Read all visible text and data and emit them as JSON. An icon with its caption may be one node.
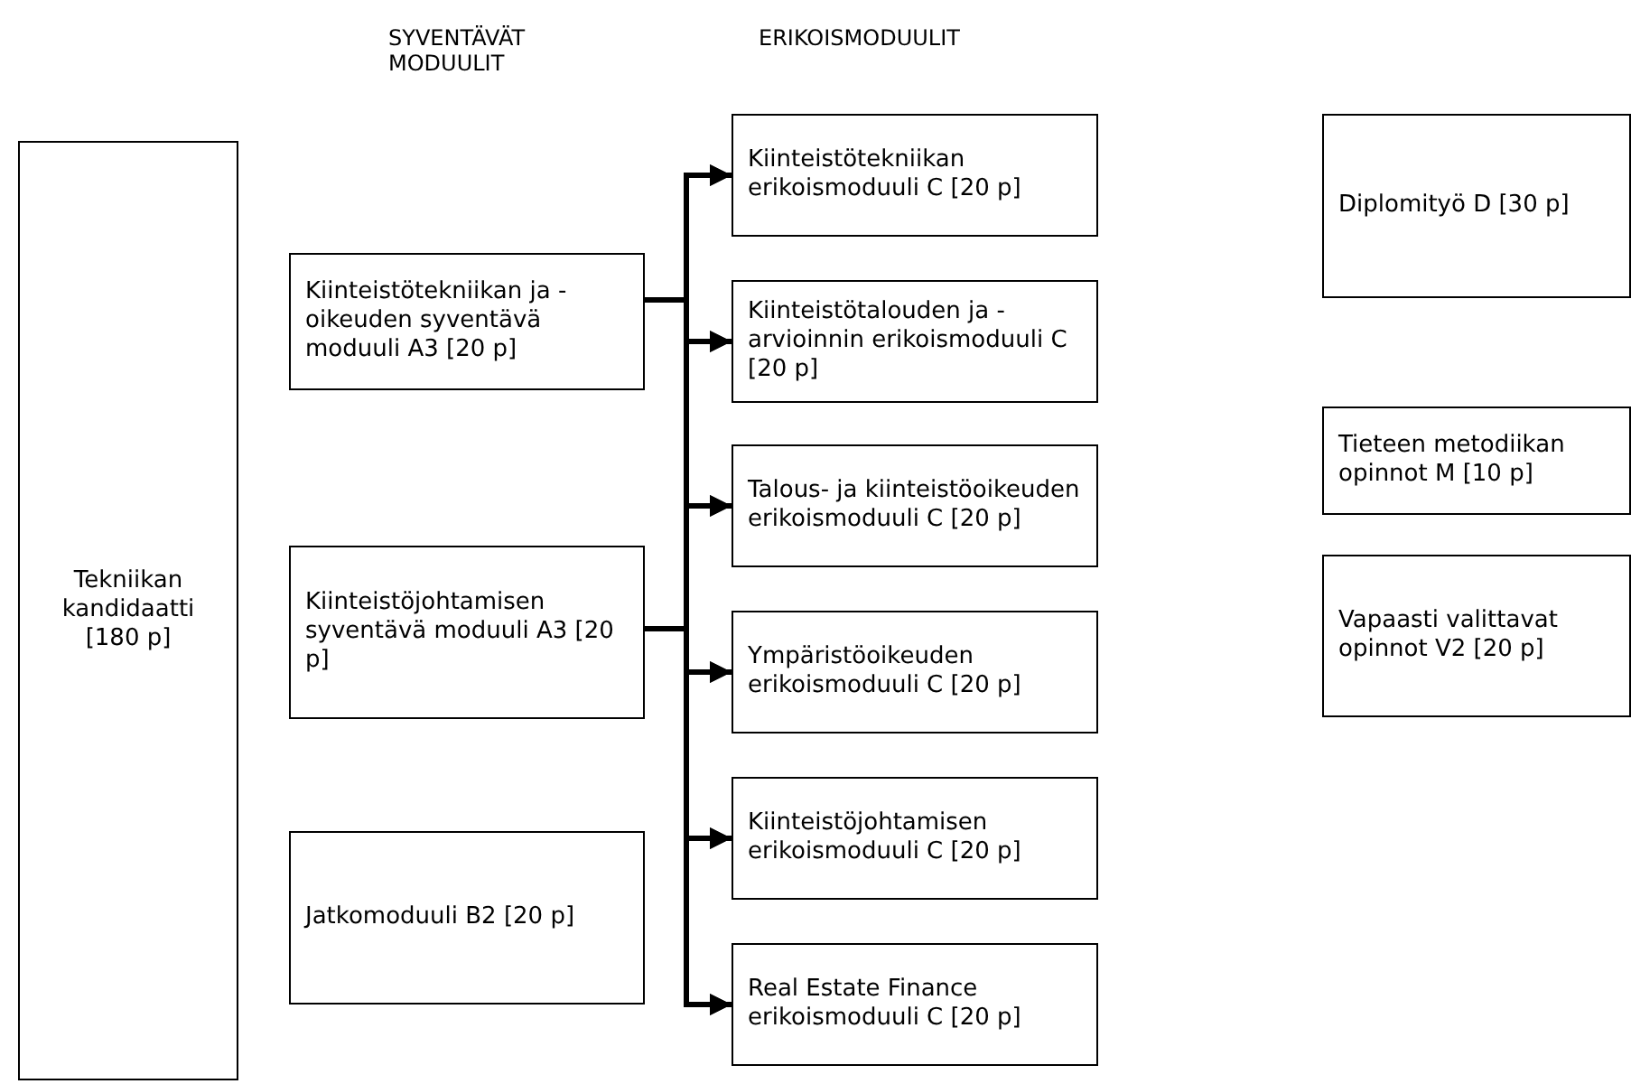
{
  "diagram": {
    "nodes": [
      {
        "text": [
          "Tekniikan kandidaatti [180 p]"
        ]
      },
      {
        "text": [
          "Kiinteistötekniikan ja -oikeuden syventävä moduuli A3 [20 p]"
        ]
      },
      {
        "text": [
          "Kiinteistöjohtamisen syventävä moduuli A3 [20 p]"
        ]
      },
      {
        "text": [
          "Jatkomoduuli B2 [20 p]"
        ]
      },
      {
        "text": [
          "Kiinteistötekniikan erikoismoduuli C [20 p]"
        ]
      },
      {
        "text": [
          "Kiinteistötalouden ja -arvioinnin erikoismoduuli C [20 p]"
        ]
      },
      {
        "text": [
          "Talous- ja kiinteistöoikeuden erikoismoduuli C [20 p]"
        ]
      },
      {
        "text": [
          "Ympäristöoikeuden erikoismoduuli C [20 p]"
        ]
      },
      {
        "text": [
          "Kiinteistöjohtamisen erikoismoduuli C [20 p]"
        ]
      },
      {
        "text": [
          "Real Estate Finance erikoismoduuli C [20 p]"
        ]
      },
      {
        "text": [
          "Diplomityö D [30 p]"
        ]
      },
      {
        "text": [
          "Tieteen metodiikan opinnot M [10 p]"
        ]
      },
      {
        "text": [
          "Vapaasti valittavat opinnot V2 [20 p]"
        ]
      }
    ],
    "edges": [
      {
        "from": 1,
        "to": 4,
        "arrow": "to"
      },
      {
        "from": 1,
        "to": 5,
        "arrow": "to"
      },
      {
        "from": 1,
        "to": 6,
        "arrow": "to"
      },
      {
        "from": 1,
        "to": 7,
        "arrow": "to"
      },
      {
        "from": 1,
        "to": 8,
        "arrow": "to"
      },
      {
        "from": 1,
        "to": 9,
        "arrow": "to"
      },
      {
        "from": 2,
        "to": 4,
        "arrow": "to"
      },
      {
        "from": 2,
        "to": 5,
        "arrow": "to"
      },
      {
        "from": 2,
        "to": 6,
        "arrow": "to"
      },
      {
        "from": 2,
        "to": 7,
        "arrow": "to"
      },
      {
        "from": 2,
        "to": 8,
        "arrow": "to"
      },
      {
        "from": 2,
        "to": 9,
        "arrow": "to"
      }
    ],
    "labels": [
      "SYVENTÄVÄT MODUULIT",
      "ERIKOISMODUULIT"
    ]
  }
}
